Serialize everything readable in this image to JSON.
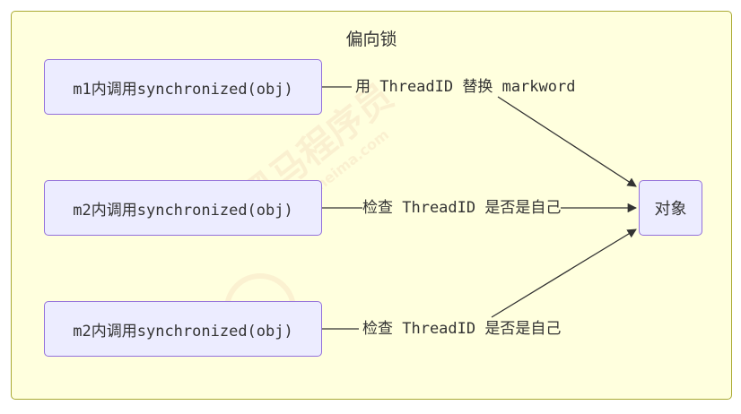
{
  "diagram": {
    "cluster_title": "偏向锁",
    "nodes": [
      {
        "id": "m1",
        "label": "m1内调用synchronized(obj)"
      },
      {
        "id": "m2a",
        "label": "m2内调用synchronized(obj)"
      },
      {
        "id": "m2b",
        "label": "m2内调用synchronized(obj)"
      },
      {
        "id": "obj",
        "label": "对象"
      }
    ],
    "edges": [
      {
        "from": "m1",
        "to": "obj",
        "label": "用 ThreadID 替换 markword"
      },
      {
        "from": "m2a",
        "to": "obj",
        "label": "检查 ThreadID 是否是自己"
      },
      {
        "from": "m2b",
        "to": "obj",
        "label": "检查 ThreadID 是否是自己"
      }
    ]
  },
  "watermark": {
    "text": "黑马程序员",
    "subtext": "www.itheima.com"
  },
  "colors": {
    "cluster_fill": "#ffffde",
    "cluster_border": "#aaaa33",
    "node_fill": "#ececff",
    "node_border": "#9370db",
    "edge": "#333333"
  }
}
